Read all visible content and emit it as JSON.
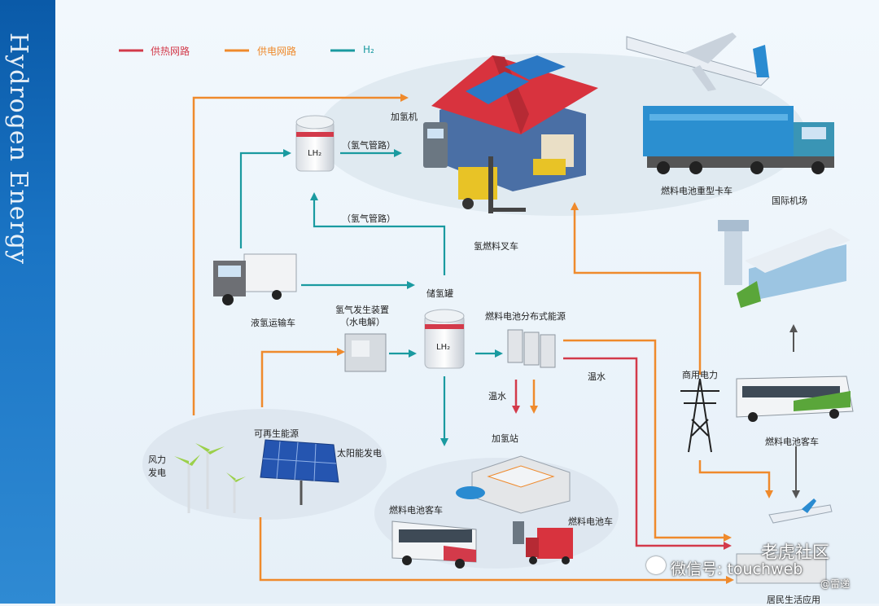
{
  "sidebar": {
    "title": "Hydrogen Energy"
  },
  "legend": [
    {
      "label": "供热网路",
      "color": "#d33a4a"
    },
    {
      "label": "供电网路",
      "color": "#ef8a2c"
    },
    {
      "label": "H₂",
      "color": "#1a9aa0"
    }
  ],
  "nodes": {
    "refuel_machine": "加氢机",
    "h2_pipeline_top": "（氢气管路）",
    "h2_pipeline_mid": "（氢气管路）",
    "lh2_tank_top": "LH₂",
    "lh2_tank_mid": "LH₂",
    "forklift": "氢燃料叉车",
    "heavy_truck": "燃料电池重型卡车",
    "airport": "国际机场",
    "lh2_transport": "液氢运输车",
    "h2_generator_line1": "氢气发生装置",
    "h2_generator_line2": "（水电解）",
    "storage_tank": "储氢罐",
    "distributed_power": "燃料电池分布式能源",
    "warm_water_left": "温水",
    "warm_water_right": "温水",
    "commercial_power": "商用电力",
    "fc_bus_right": "燃料电池客车",
    "refuel_station": "加氢站",
    "renewable": "可再生能源",
    "wind_line1": "风力",
    "wind_line2": "发电",
    "solar": "太阳能发电",
    "fc_bus_bottom": "燃料电池客车",
    "fc_car": "燃料电池车",
    "residential": "居民生活应用"
  },
  "watermark": {
    "wechat": "微信号: touchweb",
    "community": "老虎社区",
    "author": "@雷递"
  }
}
